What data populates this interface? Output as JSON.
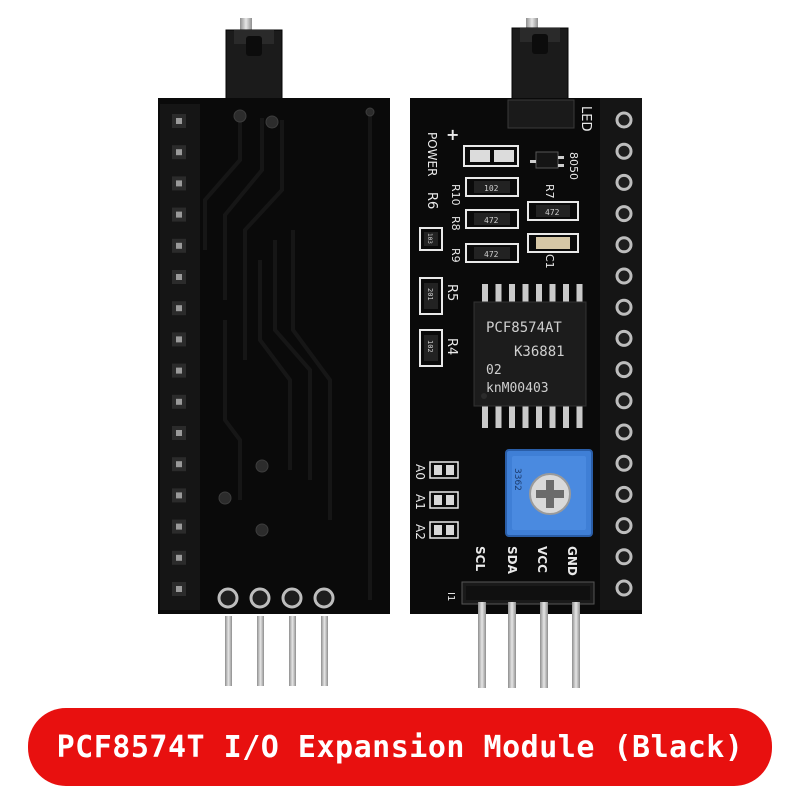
{
  "caption": "PCF8574T I/O Expansion Module (Black)",
  "colors": {
    "banner": "#e8100f",
    "pcb": "#0a0a0a",
    "header": "#141414",
    "potentiometer": "#3f7fd6",
    "pin": "#b9b9b9"
  },
  "front_board": {
    "chip_lines": [
      "PCF8574AT",
      "K36881",
      "02",
      "knM00403"
    ],
    "labels": {
      "led": "LED",
      "power": "POWER",
      "transistor": "8050",
      "r6": "R6",
      "r10": "R10",
      "r8": "R8",
      "r9": "R9",
      "r7": "R7",
      "r5": "R5",
      "r4": "R4",
      "c1": "C1",
      "a0": "A0",
      "a1": "A1",
      "a2": "A2",
      "i1": "I1",
      "scl": "SCL",
      "sda": "SDA",
      "vcc": "VCC",
      "gnd": "GND",
      "res_102": "102",
      "res_472a": "472",
      "res_472b": "472",
      "res_472c": "472",
      "res_103": "103",
      "res_201": "201",
      "res_102b": "102",
      "pot_code": "3362"
    }
  }
}
